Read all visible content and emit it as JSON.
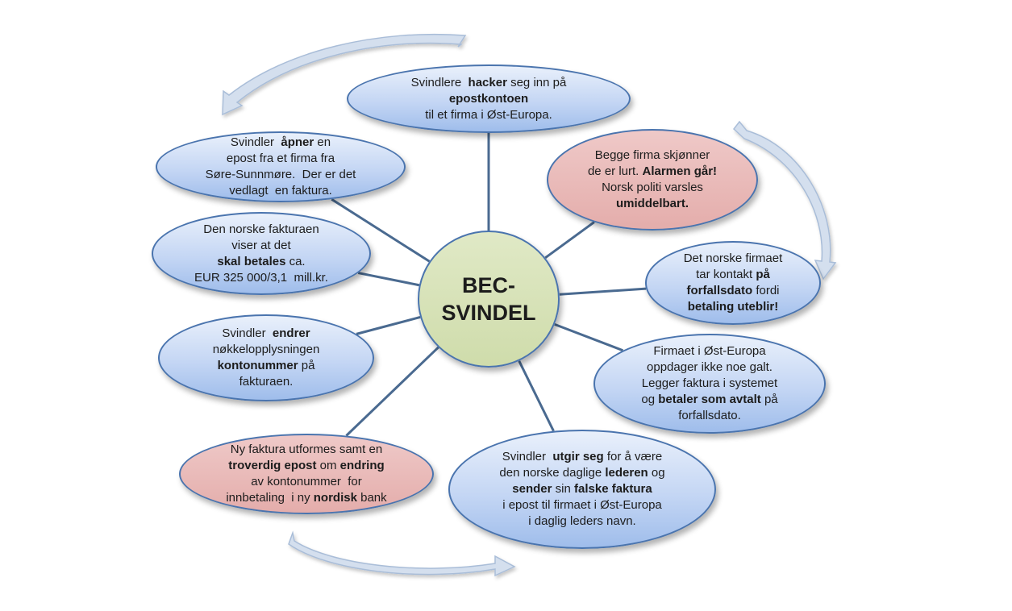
{
  "center": {
    "lines": [
      "BEC-",
      "SVINDEL"
    ]
  },
  "colors": {
    "connector": "#4a6a90",
    "arrow_fill": "#d4dfee",
    "arrow_stroke": "#a9bdd8"
  },
  "nodes": [
    {
      "id": "hacker",
      "color": "blue",
      "lines": [
        [
          {
            "t": "Svindlere  "
          },
          {
            "t": "hacker",
            "b": true
          },
          {
            "t": " seg inn på"
          }
        ],
        [
          {
            "t": "epostkontoen",
            "b": true
          }
        ],
        [
          {
            "t": "til et firma i Øst-Europa."
          }
        ]
      ]
    },
    {
      "id": "alarm",
      "color": "red",
      "lines": [
        [
          {
            "t": "Begge firma skjønner"
          }
        ],
        [
          {
            "t": "de er lurt. "
          },
          {
            "t": "Alarmen går!",
            "b": true
          }
        ],
        [
          {
            "t": "Norsk politi varsles"
          }
        ],
        [
          {
            "t": "umiddelbart.",
            "b": true
          }
        ]
      ]
    },
    {
      "id": "kontakt",
      "color": "blue",
      "lines": [
        [
          {
            "t": "Det norske firmaet"
          }
        ],
        [
          {
            "t": "tar kontakt "
          },
          {
            "t": "på",
            "b": true
          }
        ],
        [
          {
            "t": "forfallsdato",
            "b": true
          },
          {
            "t": " fordi"
          }
        ],
        [
          {
            "t": "betaling uteblir!",
            "b": true
          }
        ]
      ]
    },
    {
      "id": "betaler",
      "color": "blue",
      "lines": [
        [
          {
            "t": "Firmaet i Øst-Europa"
          }
        ],
        [
          {
            "t": "oppdager ikke noe galt."
          }
        ],
        [
          {
            "t": "Legger faktura i systemet"
          }
        ],
        [
          {
            "t": "og "
          },
          {
            "t": "betaler som avtalt",
            "b": true
          },
          {
            "t": " på"
          }
        ],
        [
          {
            "t": "forfallsdato."
          }
        ]
      ]
    },
    {
      "id": "utgir",
      "color": "blue",
      "lines": [
        [
          {
            "t": "Svindler  "
          },
          {
            "t": "utgir seg",
            "b": true
          },
          {
            "t": " for å være"
          }
        ],
        [
          {
            "t": "den norske daglige "
          },
          {
            "t": "lederen",
            "b": true
          },
          {
            "t": " og"
          }
        ],
        [
          {
            "t": "sender",
            "b": true
          },
          {
            "t": " sin "
          },
          {
            "t": "falske faktura",
            "b": true
          }
        ],
        [
          {
            "t": "i epost til firmaet i Øst-Europa"
          }
        ],
        [
          {
            "t": "i daglig leders navn."
          }
        ]
      ]
    },
    {
      "id": "nyfaktura",
      "color": "red",
      "lines": [
        [
          {
            "t": "Ny faktura utformes samt en"
          }
        ],
        [
          {
            "t": "troverdig epost",
            "b": true
          },
          {
            "t": " om "
          },
          {
            "t": "endring",
            "b": true
          }
        ],
        [
          {
            "t": "av kontonummer  for"
          }
        ],
        [
          {
            "t": "innbetaling  i ny "
          },
          {
            "t": "nordisk",
            "b": true
          },
          {
            "t": " bank"
          }
        ]
      ]
    },
    {
      "id": "endrer",
      "color": "blue",
      "lines": [
        [
          {
            "t": "Svindler  "
          },
          {
            "t": "endrer",
            "b": true
          }
        ],
        [
          {
            "t": "nøkkelopplysningen"
          }
        ],
        [
          {
            "t": "kontonummer",
            "b": true
          },
          {
            "t": " på"
          }
        ],
        [
          {
            "t": "fakturaen."
          }
        ]
      ]
    },
    {
      "id": "betales",
      "color": "blue",
      "lines": [
        [
          {
            "t": "Den norske fakturaen"
          }
        ],
        [
          {
            "t": "viser at det"
          }
        ],
        [
          {
            "t": "skal betales",
            "b": true
          },
          {
            "t": " ca."
          }
        ],
        [
          {
            "t": "EUR 325 000/3,1  mill.kr."
          }
        ]
      ]
    },
    {
      "id": "apner",
      "color": "blue",
      "lines": [
        [
          {
            "t": "Svindler  "
          },
          {
            "t": "åpner",
            "b": true
          },
          {
            "t": " en"
          }
        ],
        [
          {
            "t": "epost fra et firma fra"
          }
        ],
        [
          {
            "t": "Søre-Sunnmøre.  Der er det"
          }
        ],
        [
          {
            "t": "vedlagt  en faktura."
          }
        ]
      ]
    }
  ]
}
